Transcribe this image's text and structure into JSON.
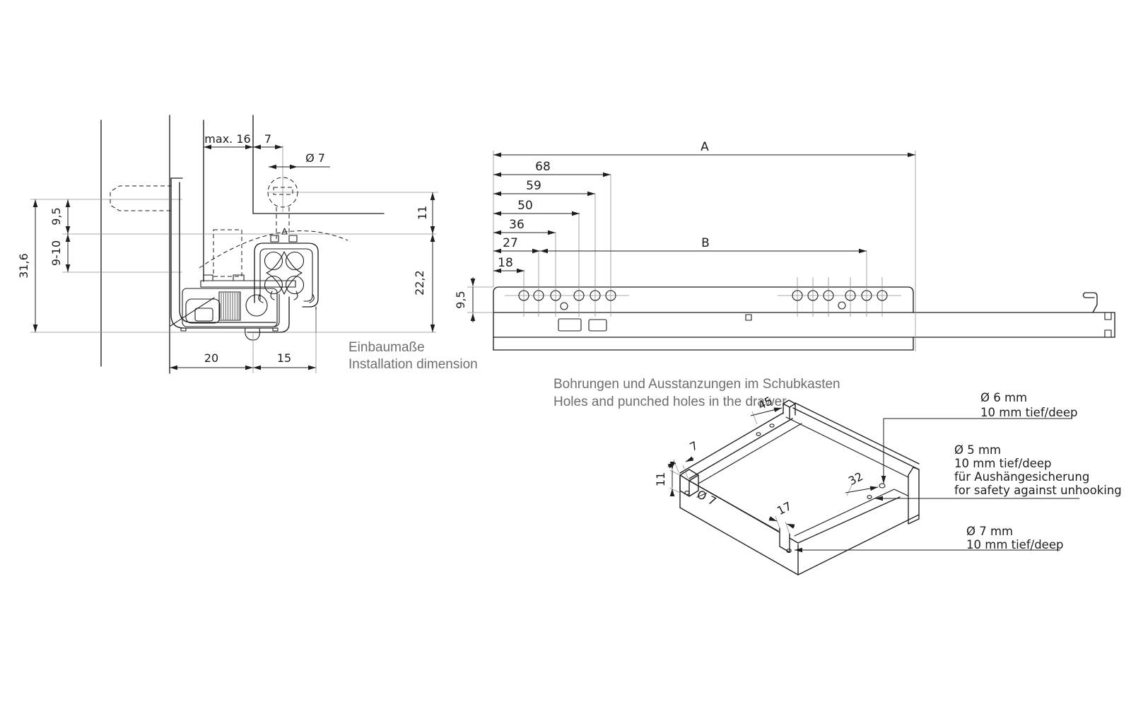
{
  "colors": {
    "background": "#ffffff",
    "line": "#1d1d1b",
    "thin_line": "#8f8f8f",
    "caption": "#6e6e70"
  },
  "cross_section": {
    "dims": {
      "max16": "max. 16",
      "d7": "7",
      "dia7": "Ø 7",
      "d11": "11",
      "d22_2": "22,2",
      "d31_6": "31,6",
      "d9_5": "9,5",
      "d9_10": "9-10",
      "d20": "20",
      "d15": "15"
    },
    "caption_de": "Einbaumaße",
    "caption_en": "Installation dimension"
  },
  "side_view": {
    "dims": {
      "A": "A",
      "d68": "68",
      "d59": "59",
      "d50": "50",
      "d36": "36",
      "d27": "27",
      "d18": "18",
      "B": "B",
      "d9_5": "9,5"
    }
  },
  "iso_view": {
    "heading_de": "Bohrungen und Ausstanzungen im Schubkasten",
    "heading_en": "Holes and punched holes in the drawer",
    "dims": {
      "d45": "45",
      "d7": "7",
      "d11": "11",
      "dia7": "Ø 7",
      "d17": "17",
      "d32": "32"
    },
    "annotations": {
      "hole6": {
        "l1": "Ø 6 mm",
        "l2": "10 mm tief/deep"
      },
      "hole5": {
        "l1": "Ø 5 mm",
        "l2": "10 mm tief/deep",
        "l3": "für Aushängesicherung",
        "l4": "for safety against unhooking"
      },
      "hole7": {
        "l1": "Ø 7 mm",
        "l2": "10 mm tief/deep"
      }
    }
  }
}
